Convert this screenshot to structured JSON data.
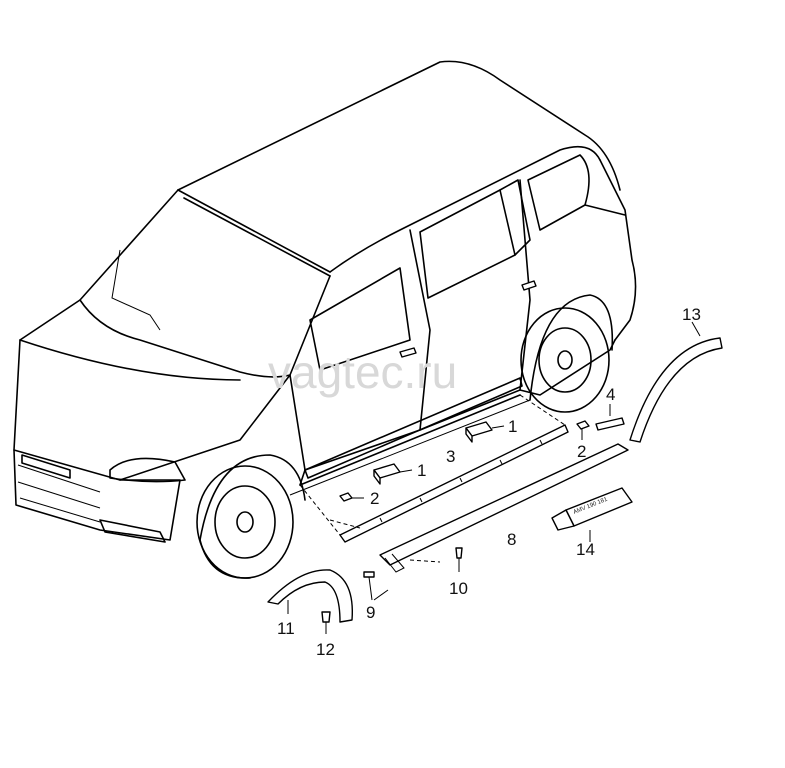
{
  "watermark": "vagtec.ru",
  "tube_label": "AMV 190 181",
  "callouts": {
    "c1a": "1",
    "c1b": "1",
    "c2a": "2",
    "c2b": "2",
    "c3": "3",
    "c4": "4",
    "c8": "8",
    "c9": "9",
    "c10": "10",
    "c11": "11",
    "c12": "12",
    "c13": "13",
    "c14": "14"
  }
}
